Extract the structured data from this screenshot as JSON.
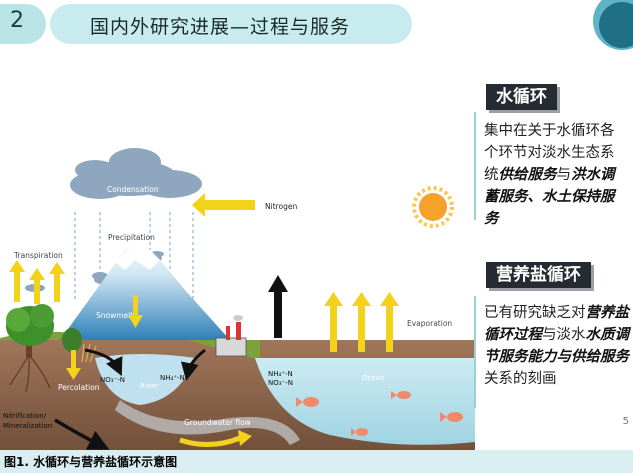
{
  "section_number": "2",
  "title": "国内外研究进展—过程与服务",
  "diagram": {
    "labels": {
      "condensation": "Condensation",
      "nitrogen": "Nitrogen",
      "precipitation": "Precipitation",
      "transpiration": "Transpiration",
      "snowmelt": "Snowmelt",
      "percolation": "Percolation",
      "no3": "NO₃⁻-N",
      "river": "River",
      "nh4_river": "NH₄⁺-N",
      "nh4_ocean": "NH₄⁺-N",
      "no3_ocean": "NO₃⁻-N",
      "ocean": "Ocean",
      "evaporation": "Evaporation",
      "nitrification": "Nitrification/\nMineralization",
      "groundwater": "Groundwater flow"
    }
  },
  "caption": "图1. 水循环与营养盐循环示意图",
  "water_cycle": {
    "heading": "水循环",
    "text_1": "集中在关于水循环各个环节对淡水生态系统",
    "bold_1": "供给服务",
    "text_2": "与",
    "bold_2": "洪水调蓄服务、水土保持服务"
  },
  "nutrient_cycle": {
    "heading": "营养盐循环",
    "text_1": "已有研究缺乏对",
    "bold_1": "营养盐循环过程",
    "text_2": "与淡水",
    "bold_2": "水质调节服务能力与供给服务",
    "text_3": "关系的刻画"
  },
  "page_number": "5",
  "colors": {
    "title_bg": "#c8ecee",
    "heading_bg": "#262b33",
    "caption_bg": "#d9eef0",
    "ocean": "#bfe3ee",
    "arrow_yellow": "#f2d21a"
  }
}
